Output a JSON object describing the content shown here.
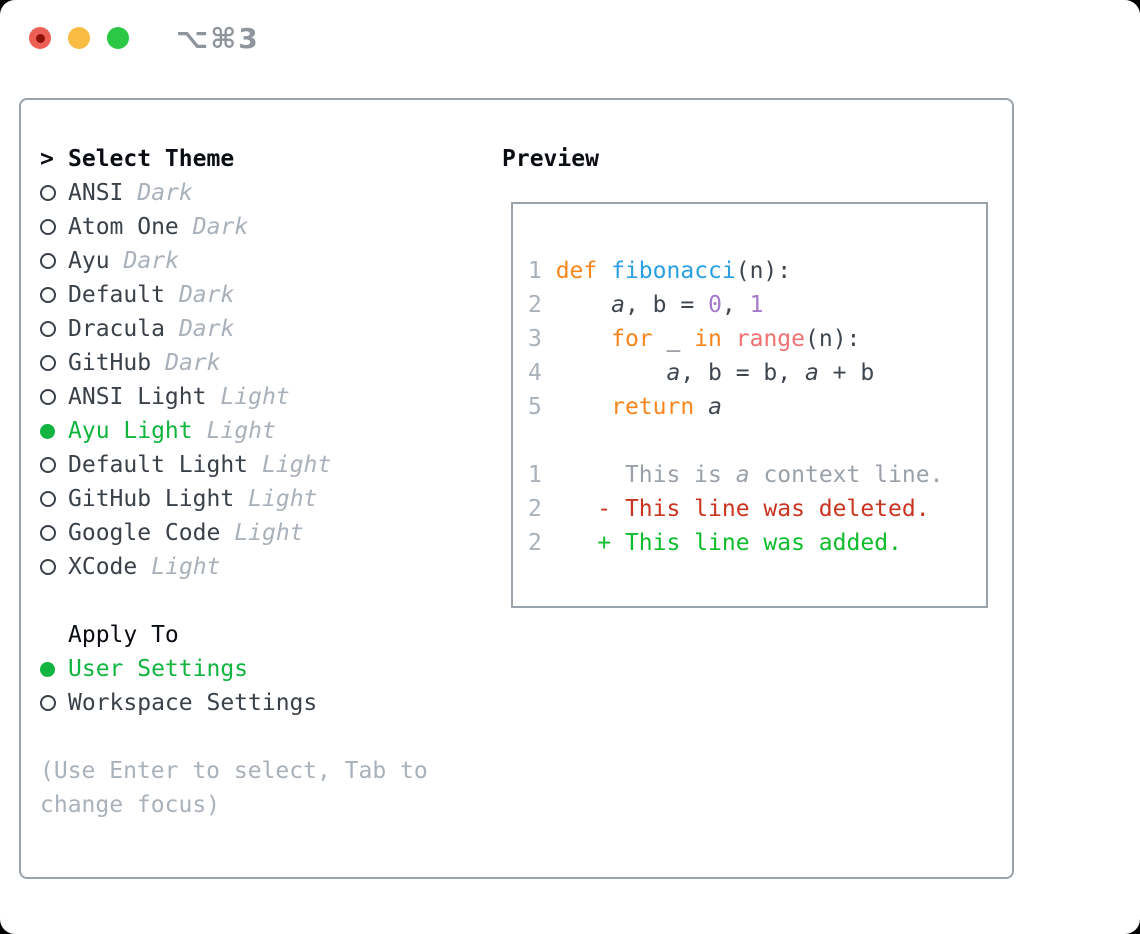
{
  "window": {
    "title": "⌥⌘3",
    "traffic_lights": [
      "close",
      "minimize",
      "zoom"
    ]
  },
  "theme_picker": {
    "header": {
      "caret": ">",
      "label": "Select Theme"
    },
    "themes": [
      {
        "name": "ANSI",
        "variant": "Dark",
        "selected": false
      },
      {
        "name": "Atom One",
        "variant": "Dark",
        "selected": false
      },
      {
        "name": "Ayu",
        "variant": "Dark",
        "selected": false
      },
      {
        "name": "Default",
        "variant": "Dark",
        "selected": false
      },
      {
        "name": "Dracula",
        "variant": "Dark",
        "selected": false
      },
      {
        "name": "GitHub",
        "variant": "Dark",
        "selected": false
      },
      {
        "name": "ANSI Light",
        "variant": "Light",
        "selected": false
      },
      {
        "name": "Ayu Light",
        "variant": "Light",
        "selected": true
      },
      {
        "name": "Default Light",
        "variant": "Light",
        "selected": false
      },
      {
        "name": "GitHub Light",
        "variant": "Light",
        "selected": false
      },
      {
        "name": "Google Code",
        "variant": "Light",
        "selected": false
      },
      {
        "name": "XCode",
        "variant": "Light",
        "selected": false
      }
    ],
    "apply_to": {
      "label": "Apply To",
      "options": [
        {
          "name": "User Settings",
          "selected": true
        },
        {
          "name": "Workspace Settings",
          "selected": false
        }
      ]
    },
    "hint_lines": [
      "(Use Enter to select, Tab to",
      "change focus)"
    ]
  },
  "preview": {
    "title": "Preview",
    "lines": [
      {
        "name": "code-line-1",
        "segments": [
          [
            "ln",
            "1 "
          ],
          [
            "kw",
            "def"
          ],
          [
            "fg",
            " "
          ],
          [
            "fn",
            "fibonacci"
          ],
          [
            "fg",
            "(n):"
          ]
        ]
      },
      {
        "name": "code-line-2",
        "segments": [
          [
            "ln",
            "2"
          ],
          [
            "fg",
            "     "
          ],
          [
            "var",
            "a"
          ],
          [
            "fg",
            ", b = "
          ],
          [
            "num",
            "0"
          ],
          [
            "fg",
            ", "
          ],
          [
            "num",
            "1"
          ]
        ]
      },
      {
        "name": "code-line-3",
        "segments": [
          [
            "ln",
            "3"
          ],
          [
            "fg",
            "     "
          ],
          [
            "kw",
            "for"
          ],
          [
            "fg",
            " _ "
          ],
          [
            "kw",
            "in"
          ],
          [
            "fg",
            " "
          ],
          [
            "call",
            "range"
          ],
          [
            "fg",
            "(n):"
          ]
        ]
      },
      {
        "name": "code-line-4",
        "segments": [
          [
            "ln",
            "4"
          ],
          [
            "fg",
            "         "
          ],
          [
            "var",
            "a"
          ],
          [
            "fg",
            ", b = b, "
          ],
          [
            "var",
            "a"
          ],
          [
            "fg",
            " + b"
          ]
        ]
      },
      {
        "name": "code-line-5",
        "segments": [
          [
            "ln",
            "5"
          ],
          [
            "fg",
            "     "
          ],
          [
            "kw",
            "return"
          ],
          [
            "fg",
            " "
          ],
          [
            "var",
            "a"
          ]
        ]
      },
      {
        "name": "blank-line",
        "segments": []
      },
      {
        "name": "diff-context-line",
        "segments": [
          [
            "ln",
            "1"
          ],
          [
            "ctx",
            "      This is "
          ],
          [
            "ctxi",
            "a"
          ],
          [
            "ctx",
            " context line."
          ]
        ]
      },
      {
        "name": "diff-deleted-line",
        "segments": [
          [
            "ln",
            "2"
          ],
          [
            "fg",
            "    "
          ],
          [
            "del",
            "- This line was deleted."
          ]
        ]
      },
      {
        "name": "diff-added-line",
        "segments": [
          [
            "ln",
            "2"
          ],
          [
            "fg",
            "    "
          ],
          [
            "add",
            "+ This line was added."
          ]
        ]
      }
    ]
  },
  "colors": {
    "accent_green": "#10B43E",
    "keyword_orange": "#F8861D",
    "function_blue": "#2B9FE4",
    "number_purple": "#A37ACC",
    "builtin_coral": "#F07171",
    "diff_red": "#CB3420",
    "diff_green": "#0EBD2C",
    "muted_gray": "#A9B1BB",
    "text_dark": "#3A4149",
    "border_gray": "#9AA2AC",
    "traffic_red": "#ED5F55",
    "traffic_yellow": "#F8BC42",
    "traffic_green": "#2BC845"
  }
}
